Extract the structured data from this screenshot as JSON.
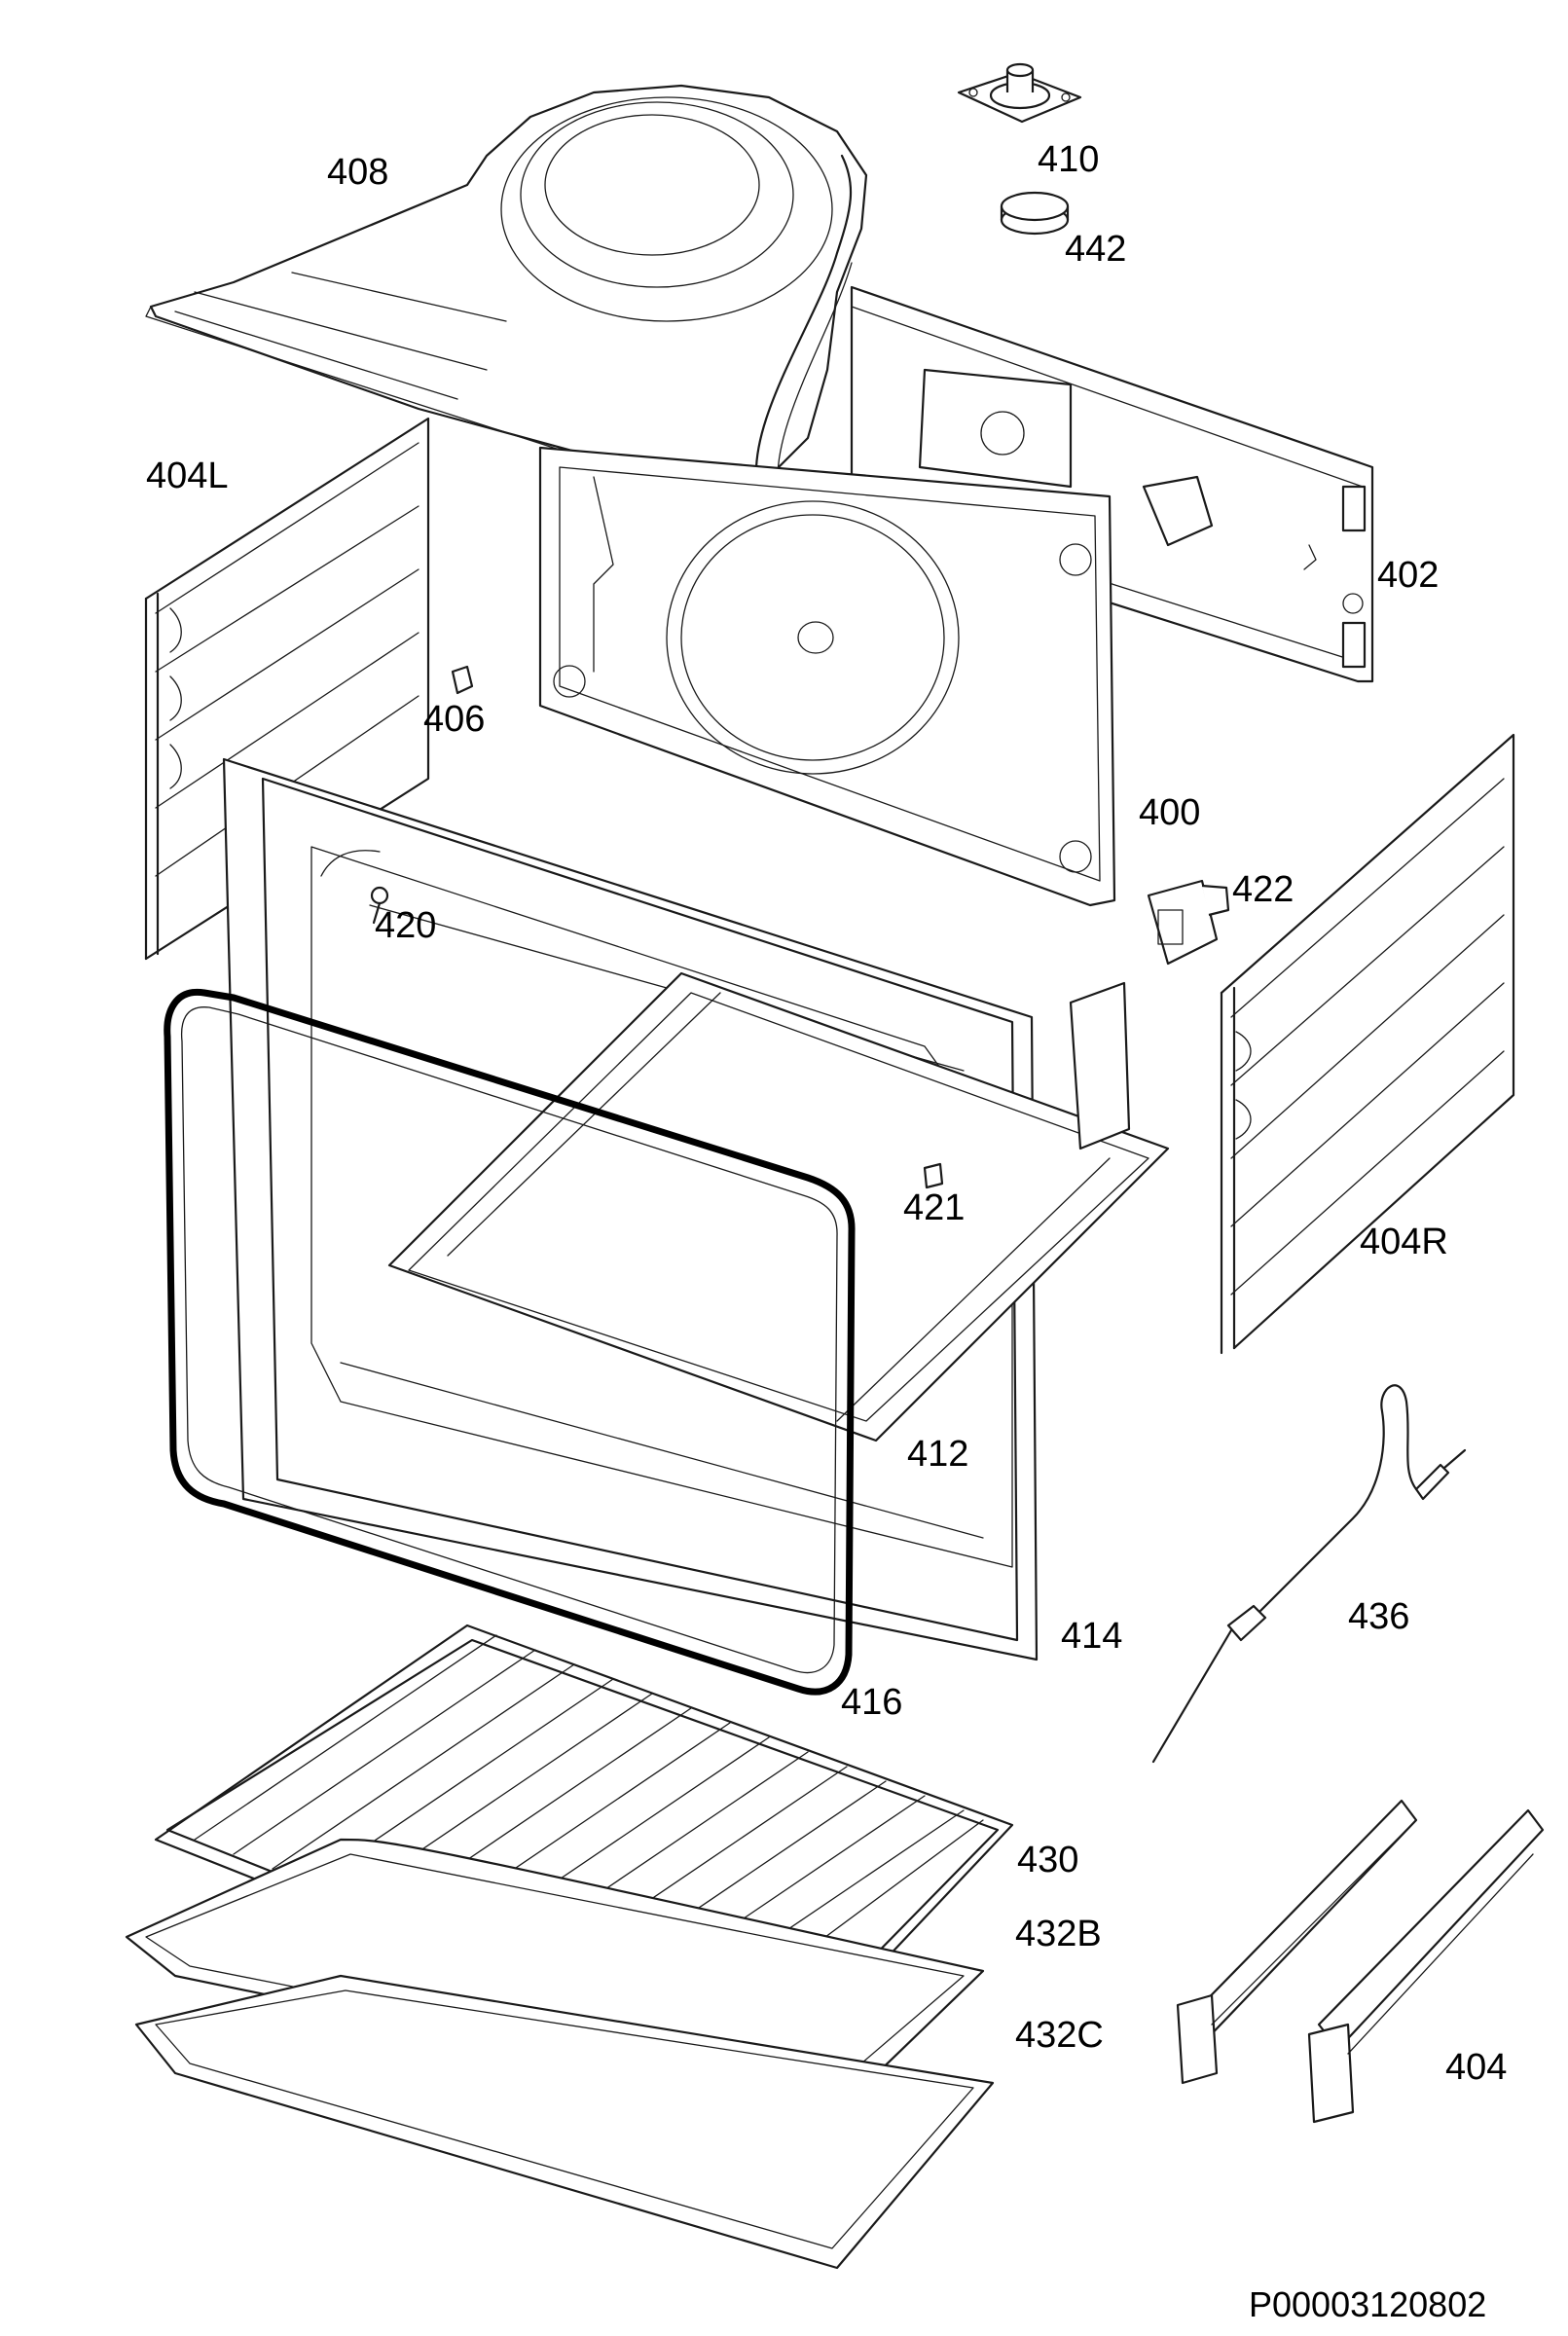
{
  "labels": {
    "p408": "408",
    "p410": "410",
    "p442": "442",
    "p402": "402",
    "p404L": "404L",
    "p406": "406",
    "p400": "400",
    "p422": "422",
    "p420": "420",
    "p421": "421",
    "p404R": "404R",
    "p412": "412",
    "p414": "414",
    "p416": "416",
    "p436": "436",
    "p430": "430",
    "p432B": "432B",
    "p432C": "432C",
    "p404": "404"
  },
  "document_code": "P00003120802"
}
